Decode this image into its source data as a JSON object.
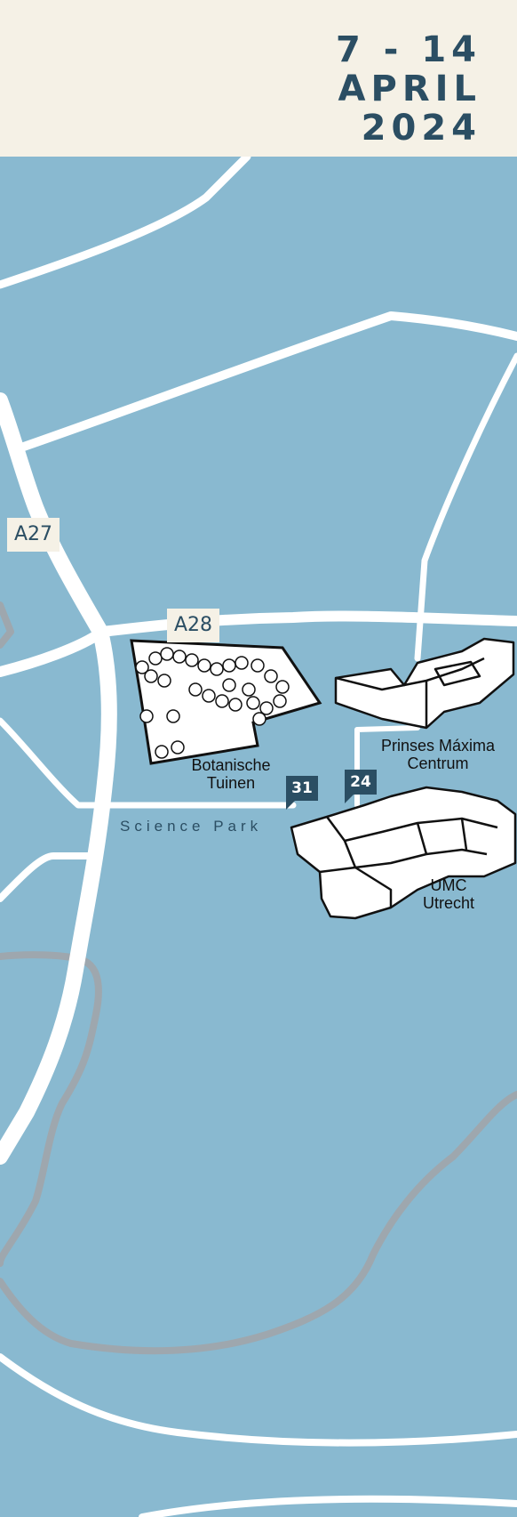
{
  "header": {
    "date_line1": "7 - 14",
    "date_line2": "APRIL",
    "date_line3": "2024"
  },
  "roads": {
    "a27": "A27",
    "a28": "A28"
  },
  "places": {
    "botanische_line1": "Botanische",
    "botanische_line2": "Tuinen",
    "maxima_line1": "Prinses Máxima",
    "maxima_line2": "Centrum",
    "umc_line1": "UMC",
    "umc_line2": "Utrecht",
    "science_park": "Science Park"
  },
  "markers": {
    "m31": "31",
    "m24": "24"
  },
  "colors": {
    "water": "#89b9d0",
    "header_bg": "#f5f1e6",
    "accent": "#2b4e63",
    "road": "#ffffff",
    "river": "#9ea7ae"
  }
}
